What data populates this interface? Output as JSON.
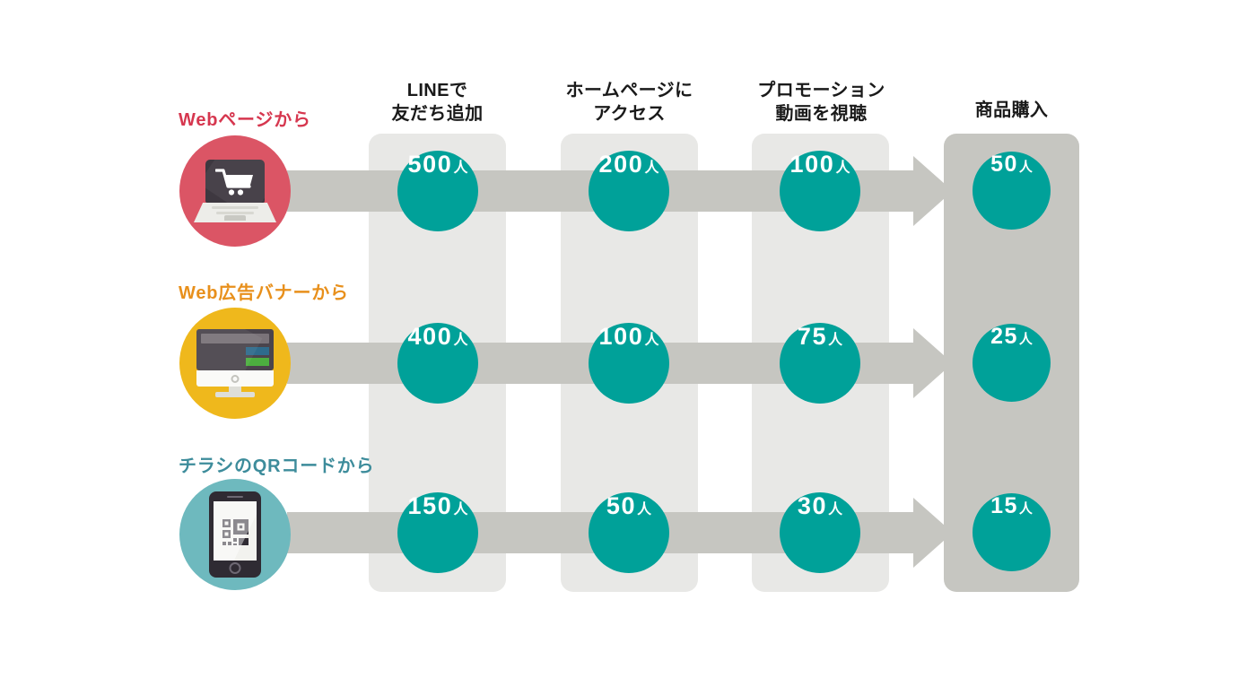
{
  "chart_data": {
    "type": "table",
    "title": "",
    "stages": [
      "LINEで\n友だち追加",
      "ホームページに\nアクセス",
      "プロモーション\n動画を視聴",
      "商品購入"
    ],
    "categories": [
      "Webページから",
      "Web広告バナーから",
      "チラシのQRコードから"
    ],
    "unit": "人",
    "series": [
      {
        "name": "Webページから",
        "values": [
          500,
          200,
          100,
          50
        ]
      },
      {
        "name": "Web広告バナーから",
        "values": [
          400,
          100,
          75,
          25
        ]
      },
      {
        "name": "チラシのQRコードから",
        "values": [
          150,
          50,
          30,
          15
        ]
      }
    ]
  },
  "stages": [
    {
      "id": "line-friend-add",
      "line1": "LINEで",
      "line2": "友だち追加",
      "lines": 2
    },
    {
      "id": "homepage-access",
      "line1": "ホームページに",
      "line2": "アクセス",
      "lines": 2
    },
    {
      "id": "promo-video-view",
      "line1": "プロモーション",
      "line2": "動画を視聴",
      "lines": 2
    },
    {
      "id": "product-purchase",
      "line1": "商品購入",
      "line2": "",
      "lines": 1
    }
  ],
  "rows": [
    {
      "id": "web-page",
      "label": "Webページから",
      "label_color": "#D6374F",
      "icon": "laptop-cart-icon",
      "icon_bg": "#DB5565",
      "values": [
        {
          "num": "500",
          "unit": "人"
        },
        {
          "num": "200",
          "unit": "人"
        },
        {
          "num": "100",
          "unit": "人"
        },
        {
          "num": "50",
          "unit": "人"
        }
      ]
    },
    {
      "id": "web-ad-banner",
      "label": "Web広告バナーから",
      "label_color": "#E8901C",
      "icon": "monitor-icon",
      "icon_bg": "#EFB81C",
      "values": [
        {
          "num": "400",
          "unit": "人"
        },
        {
          "num": "100",
          "unit": "人"
        },
        {
          "num": "75",
          "unit": "人"
        },
        {
          "num": "25",
          "unit": "人"
        }
      ]
    },
    {
      "id": "flyer-qr-code",
      "label": "チラシのQRコードから",
      "label_color": "#3D8C9B",
      "icon": "smartphone-qr-icon",
      "icon_bg": "#6EB9BE",
      "values": [
        {
          "num": "150",
          "unit": "人"
        },
        {
          "num": "50",
          "unit": "人"
        },
        {
          "num": "30",
          "unit": "人"
        },
        {
          "num": "15",
          "unit": "人"
        }
      ]
    }
  ],
  "colors": {
    "metric_teal": "#00A199",
    "band_gray": "#C6C6C1",
    "panel_gray": "#E8E8E6",
    "final_panel_gray": "#C6C6C1",
    "text_dark": "#1A1A1A"
  }
}
